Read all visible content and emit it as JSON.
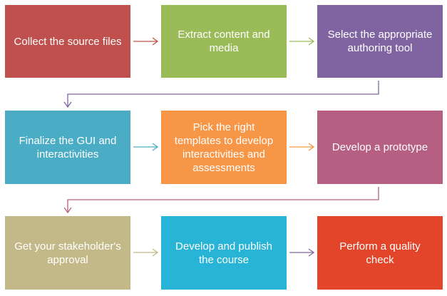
{
  "steps": [
    {
      "label": "Collect the source files",
      "color": "#c0504d"
    },
    {
      "label": "Extract content and media",
      "color": "#9bbb59"
    },
    {
      "label": "Select the appropriate authoring tool",
      "color": "#8064a2"
    },
    {
      "label": "Finalize the GUI and interactivities",
      "color": "#4bacc6"
    },
    {
      "label": "Pick the right templates to develop interactivities and assessments",
      "color": "#f79646"
    },
    {
      "label": "Develop a prototype",
      "color": "#b65f82"
    },
    {
      "label": "Get your stakeholder's approval",
      "color": "#c3b988"
    },
    {
      "label": "Develop and publish the course",
      "color": "#27b4d7"
    },
    {
      "label": "Perform a quality check",
      "color": "#e2452a"
    }
  ],
  "connector_colors": {
    "red": "#c0504d",
    "green": "#9bbb59",
    "purple": "#8064a2",
    "blue": "#4bacc6",
    "orange": "#f79646",
    "mauve": "#b65f82",
    "tan": "#c3b988",
    "cyan": "#27b4d7"
  }
}
